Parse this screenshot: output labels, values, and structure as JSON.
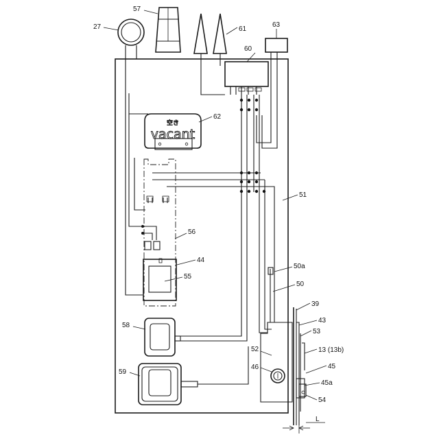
{
  "colors": {
    "ink": "#1a1a1a",
    "background": "#ffffff"
  },
  "labels": {
    "l27": "27",
    "l57": "57",
    "l61": "61",
    "l63": "63",
    "l60": "60",
    "l62": "62",
    "l51": "51",
    "l56": "56",
    "l44": "44",
    "l55": "55",
    "l50a": "50a",
    "l50": "50",
    "l39": "39",
    "l43": "43",
    "l53": "53",
    "l58": "58",
    "l52": "52",
    "l13": "13 (13b)",
    "l46": "46",
    "l45": "45",
    "l59": "59",
    "l45a": "45a",
    "l54": "54",
    "lL": "L"
  },
  "sign_text": "vacant",
  "sign_text_small": "空き",
  "icons": {
    "lamp": "ring-lamp-icon",
    "speaker": "tapered-speaker-icon",
    "antenna": "twin-antenna-icon",
    "lock": "key-cylinder-icon"
  }
}
